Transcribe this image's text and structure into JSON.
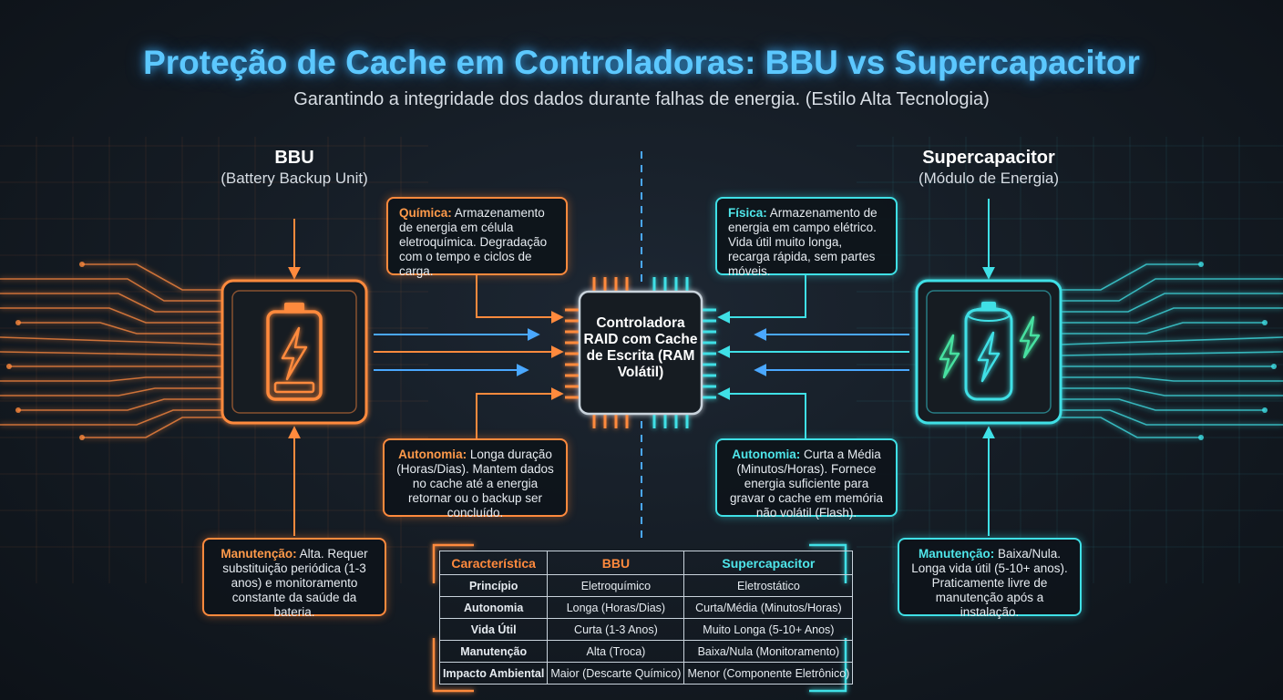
{
  "header": {
    "title": "Proteção de Cache em Controladoras: BBU vs Supercapacitor",
    "subtitle": "Garantindo a integridade dos dados durante falhas de energia. (Estilo Alta Tecnologia)"
  },
  "bbu": {
    "title": "BBU",
    "subtitle": "(Battery Backup Unit)",
    "chemistry": {
      "label": "Química:",
      "text": " Armazenamento de energia em célula eletroquímica. Degradação com o tempo e ciclos de carga."
    },
    "autonomy": {
      "label": "Autonomia:",
      "text": " Longa duração (Horas/Dias). Mantem dados no cache até a energia retornar ou o backup ser concluído."
    },
    "maintenance": {
      "label": "Manutenção:",
      "text": " Alta. Requer substituição periódica (1-3 anos) e monitoramento constante da saúde da bateria."
    }
  },
  "supercap": {
    "title": "Supercapacitor",
    "subtitle": "(Módulo de Energia)",
    "physics": {
      "label": "Física:",
      "text": " Armazenamento de energia em campo elétrico. Vida útil muito longa, recarga rápida, sem partes móveis."
    },
    "autonomy": {
      "label": "Autonomia:",
      "text": " Curta a Média (Minutos/Horas). Fornece energia suficiente para gravar o cache em memória não volátil (Flash)."
    },
    "maintenance": {
      "label": "Manutenção:",
      "text": " Baixa/Nula. Longa vida útil (5-10+ anos). Praticamente livre de manutenção após a instalação."
    }
  },
  "controller": {
    "label": "Controladora RAID com Cache de Escrita (RAM Volátil)"
  },
  "table": {
    "headers": [
      "Característica",
      "BBU",
      "Supercapacitor"
    ],
    "rows": [
      [
        "Princípio",
        "Eletroquímico",
        "Eletrostático"
      ],
      [
        "Autonomia",
        "Longa (Horas/Dias)",
        "Curta/Média (Minutos/Horas)"
      ],
      [
        "Vida Útil",
        "Curta (1-3 Anos)",
        "Muito Longa (5-10+ Anos)"
      ],
      [
        "Manutenção",
        "Alta (Troca)",
        "Baixa/Nula (Monitoramento)"
      ],
      [
        "Impacto Ambiental",
        "Maior (Descarte Químico)",
        "Menor (Componente Eletrônico)"
      ]
    ]
  },
  "colors": {
    "bbu": "#ff8a3d",
    "supercap": "#3fe0e6",
    "title": "#5cc8ff",
    "background": "#141b23"
  },
  "icons": {
    "bbu": "battery-icon",
    "supercap": "supercapacitor-icon",
    "chip": "chip-icon"
  }
}
